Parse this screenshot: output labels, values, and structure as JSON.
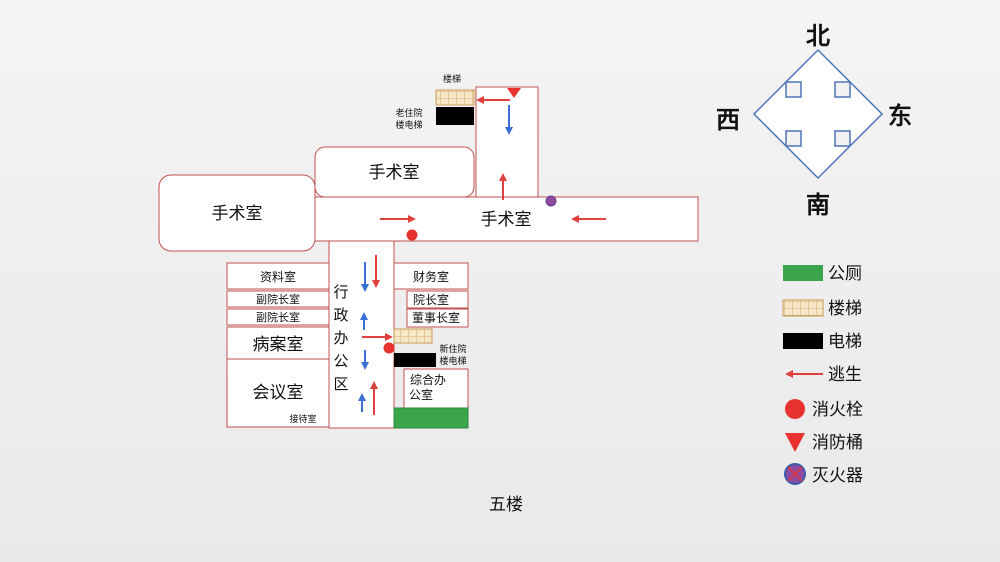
{
  "title": "五楼",
  "compass": {
    "north": "北",
    "south": "南",
    "west": "西",
    "east": "东"
  },
  "rooms": {
    "surgery_west": "手术室",
    "surgery_north": "手术室",
    "surgery_corridor": "手术室",
    "stairs_top": "楼梯",
    "old_elevator": "老住院楼电梯",
    "archive": "资料室",
    "vice_dean_1": "副院长室",
    "vice_dean_2": "副院长室",
    "case_room": "病案室",
    "meeting_room": "会议室",
    "reception": "接待室",
    "admin_area": "行政办公区",
    "finance": "财务室",
    "dean": "院长室",
    "chairman": "董事长室",
    "new_elevator": "新住院楼电梯",
    "general_office": "综合办公室"
  },
  "legend": [
    {
      "key": "toilet",
      "label": "公厕",
      "color": "#3aa54a"
    },
    {
      "key": "stairs",
      "label": "楼梯",
      "color": "#f6e7c6"
    },
    {
      "key": "elevator",
      "label": "电梯",
      "color": "#000000"
    },
    {
      "key": "escape",
      "label": "逃生",
      "color": "#e0403c"
    },
    {
      "key": "hydrant",
      "label": "消火栓",
      "color": "#e8322f"
    },
    {
      "key": "fire_bucket",
      "label": "消防桶",
      "color": "#e8322f"
    },
    {
      "key": "extinguisher",
      "label": "灭火器",
      "color": "#8e4aa0"
    }
  ],
  "colors": {
    "room_border": "#c0504d",
    "arrow_red": "#e0403c",
    "arrow_blue": "#3b6fd4",
    "compass_stroke": "#4d74b8"
  }
}
